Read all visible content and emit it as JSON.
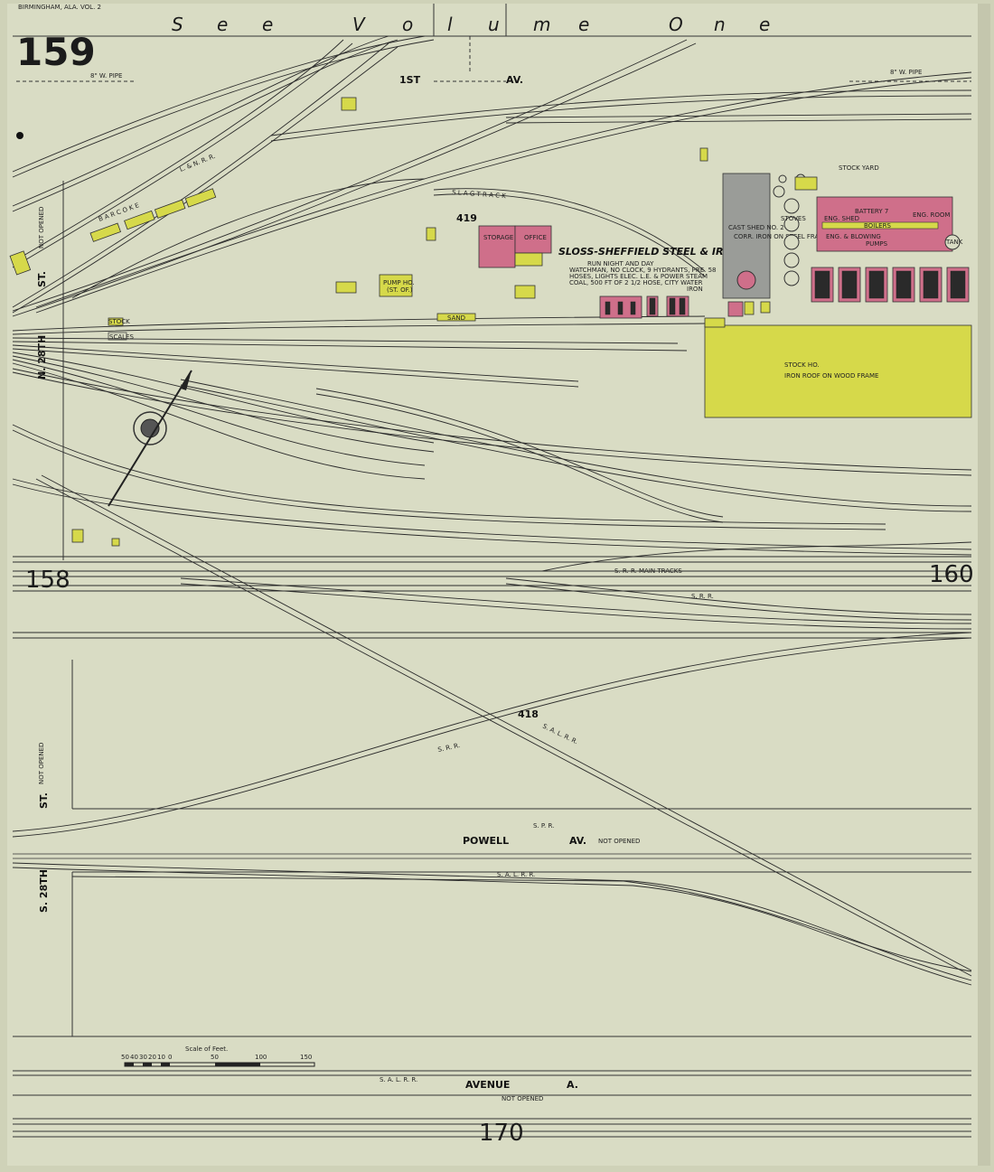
{
  "sheet": {
    "number": "159",
    "corner_note": "BIRMINGHAM, ALA. VOL. 2",
    "top_banner": [
      "S",
      "e",
      "e",
      "V",
      "o",
      "l",
      "u",
      "m",
      "e",
      "O",
      "n",
      "e"
    ],
    "adjacent_left": "158",
    "adjacent_right": "160",
    "adjacent_bottom": "170"
  },
  "streets": {
    "first_av": "1ST",
    "first_av_suffix": "AV.",
    "n28th": "N. 28TH",
    "st_top": "ST.",
    "not_opened_1": "NOT OPENED",
    "st_bottom": "ST.",
    "s28th": "S. 28TH",
    "not_opened_2": "NOT OPENED",
    "powell": "POWELL",
    "powell_av": "AV.",
    "powell_not_opened": "NOT OPENED",
    "avenue_a": "AVENUE",
    "avenue_a_letter": "A.",
    "avenue_a_not_opened": "NOT OPENED",
    "pipe_left": "8\" W. PIPE",
    "pipe_right": "8\" W. PIPE"
  },
  "railroads": {
    "lnrr": "L. & N. R. R.",
    "slag_track": "S L A G   T R A C K",
    "srr_main": "S.  R.  R.    MAIN TRACKS",
    "srr": "S.  R.  R.",
    "srr_diag": "S.  R.  R.",
    "salrr_diag": "S. A. L. R. R.",
    "salrr": "S. A. L. R. R.",
    "sprr": "S.  P.  R.",
    "salrr_bottom": "S. A. L. R. R.",
    "coke_ovens": "B A R  C O K E"
  },
  "blocks": {
    "b419": "419",
    "b418": "418"
  },
  "company": {
    "name": "SLOSS-SHEFFIELD STEEL & IRON CO.",
    "notes": [
      "RUN NIGHT AND DAY",
      "WATCHMAN, NO CLOCK, 9 HYDRANTS, PRE. 58",
      "HOSES, LIGHTS ELEC. L.E. & POWER STEAM",
      "COAL, 500 FT OF 2 1/2 HOSE, CITY WATER"
    ],
    "storage": "STORAGE",
    "office": "OFFICE",
    "cast_shed": "CAST SHED NO. 2",
    "cast_shed_note": "CORR. IRON ON STEEL FRAME",
    "battery": "BATTERY 7",
    "eng_shed": "ENG. SHED",
    "eng_room": "ENG. ROOM",
    "boilers": "BOILERS",
    "pumps": "PUMPS",
    "eng_blowing": "ENG. & BLOWING",
    "stock_yard": "STOCK YARD",
    "stock_house": "STOCK HO.",
    "stock_note": "IRON ROOF ON WOOD FRAME",
    "pump_house": "PUMP HO.",
    "pump_note": "(ST. OF.)",
    "sand": "SAND",
    "stoves": "STOVES",
    "stock": "STOCK",
    "scales": "SCALES",
    "tank": "TANK",
    "iron_note": "IRON"
  },
  "scale": {
    "title": "Scale of Feet.",
    "ticks": [
      "50",
      "40",
      "30",
      "20",
      "10",
      "0",
      "50",
      "100",
      "150"
    ]
  },
  "colors": {
    "paper": "#d9dcc4",
    "frame": "#b9bba6",
    "yellow_frame": "#d6d94a",
    "pink_brick": "#cf6f8a",
    "gray_iron": "#9a9c98"
  }
}
